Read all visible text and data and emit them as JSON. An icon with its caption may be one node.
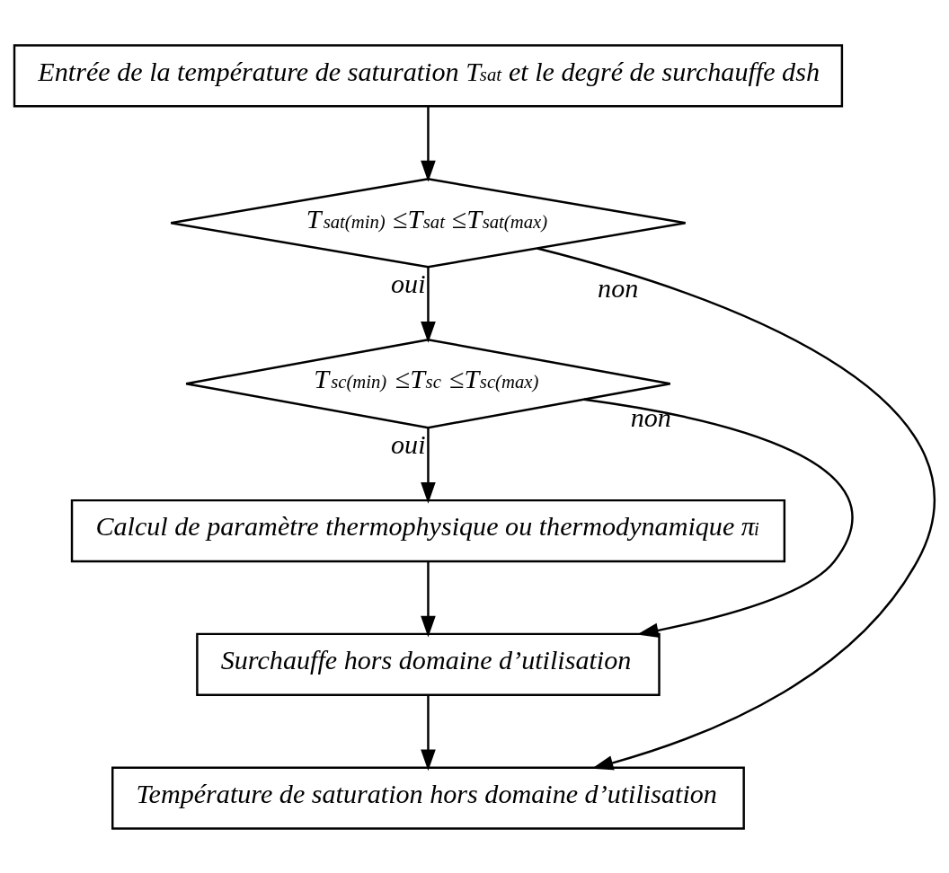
{
  "diagram": {
    "nodes": [
      {
        "text": [
          "Entrée de la température de saturation T$_{sat}$ et le degré de surchauffe dsh"
        ]
      },
      {
        "text": [
          "T$_{sat(min)}$ ≤T$_{sat}$ ≤T$_{sat(max)}$"
        ]
      },
      {
        "text": [
          "T$_{sc(min)}$ ≤T$_{sc}$ ≤T$_{sc(max)}$"
        ]
      },
      {
        "text": [
          "Calcul de paramètre thermophysique ou thermodynamique π$_{i}$"
        ]
      },
      {
        "text": [
          "Surchauffe hors domaine d’utilisation"
        ]
      },
      {
        "text": [
          "Température de saturation hors domaine d’utilisation"
        ]
      }
    ],
    "edges": [
      {
        "from": 0,
        "to": 1,
        "arrow": "to"
      },
      {
        "from": 1,
        "to": 2,
        "arrow": "to",
        "label": "oui"
      },
      {
        "from": 1,
        "to": 5,
        "arrow": "to",
        "label": "non"
      },
      {
        "from": 2,
        "to": 3,
        "arrow": "to",
        "label": "oui"
      },
      {
        "from": 2,
        "to": 4,
        "arrow": "to",
        "label": "non"
      },
      {
        "from": 3,
        "to": 4,
        "arrow": "to"
      },
      {
        "from": 4,
        "to": 5,
        "arrow": "to"
      }
    ]
  }
}
